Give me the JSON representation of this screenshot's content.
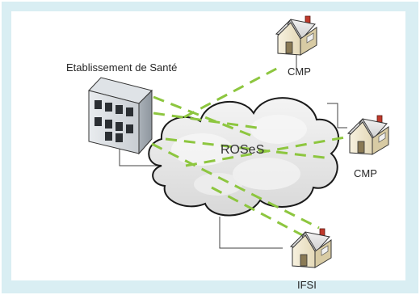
{
  "diagram": {
    "hospital_label": "Etablissement de Santé",
    "cloud_label": "ROSeS",
    "sites": [
      {
        "label": "CMP"
      },
      {
        "label": "CMP"
      },
      {
        "label": "IFSI"
      }
    ],
    "colors": {
      "frame": "#d9eef3",
      "link_dashed": "#8dc63f",
      "wire": "#404040",
      "cloud_fill": "#e9e9e9",
      "cloud_outline": "#1a1a1a",
      "house_wall": "#f3ecd6",
      "house_roof": "#e6e6e6",
      "chimney": "#c0392b",
      "building_body": "#cfd4d9"
    },
    "icons": [
      "hospital-building-icon",
      "house-icon",
      "cloud-network-icon"
    ]
  }
}
